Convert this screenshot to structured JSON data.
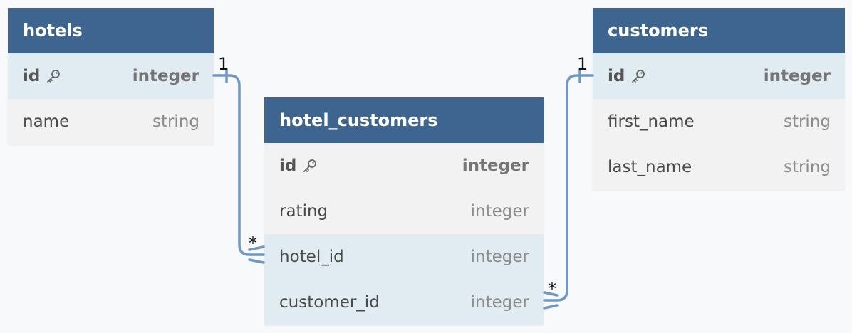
{
  "tables": {
    "hotels": {
      "title": "hotels",
      "fields": [
        {
          "name": "id",
          "type": "integer"
        },
        {
          "name": "name",
          "type": "string"
        }
      ]
    },
    "hotel_customers": {
      "title": "hotel_customers",
      "fields": [
        {
          "name": "id",
          "type": "integer"
        },
        {
          "name": "rating",
          "type": "integer"
        },
        {
          "name": "hotel_id",
          "type": "integer"
        },
        {
          "name": "customer_id",
          "type": "integer"
        }
      ]
    },
    "customers": {
      "title": "customers",
      "fields": [
        {
          "name": "id",
          "type": "integer"
        },
        {
          "name": "first_name",
          "type": "string"
        },
        {
          "name": "last_name",
          "type": "string"
        }
      ]
    }
  },
  "relations": {
    "hotels_to_hotel_customers": {
      "from_label": "1",
      "to_label": "*"
    },
    "customers_to_hotel_customers": {
      "from_label": "1",
      "to_label": "*"
    }
  },
  "colors": {
    "header": "#3e6590",
    "highlight_row": "#e1ebf2",
    "connector": "#6f98c3"
  },
  "icons": {
    "primary_key": "key-icon"
  }
}
